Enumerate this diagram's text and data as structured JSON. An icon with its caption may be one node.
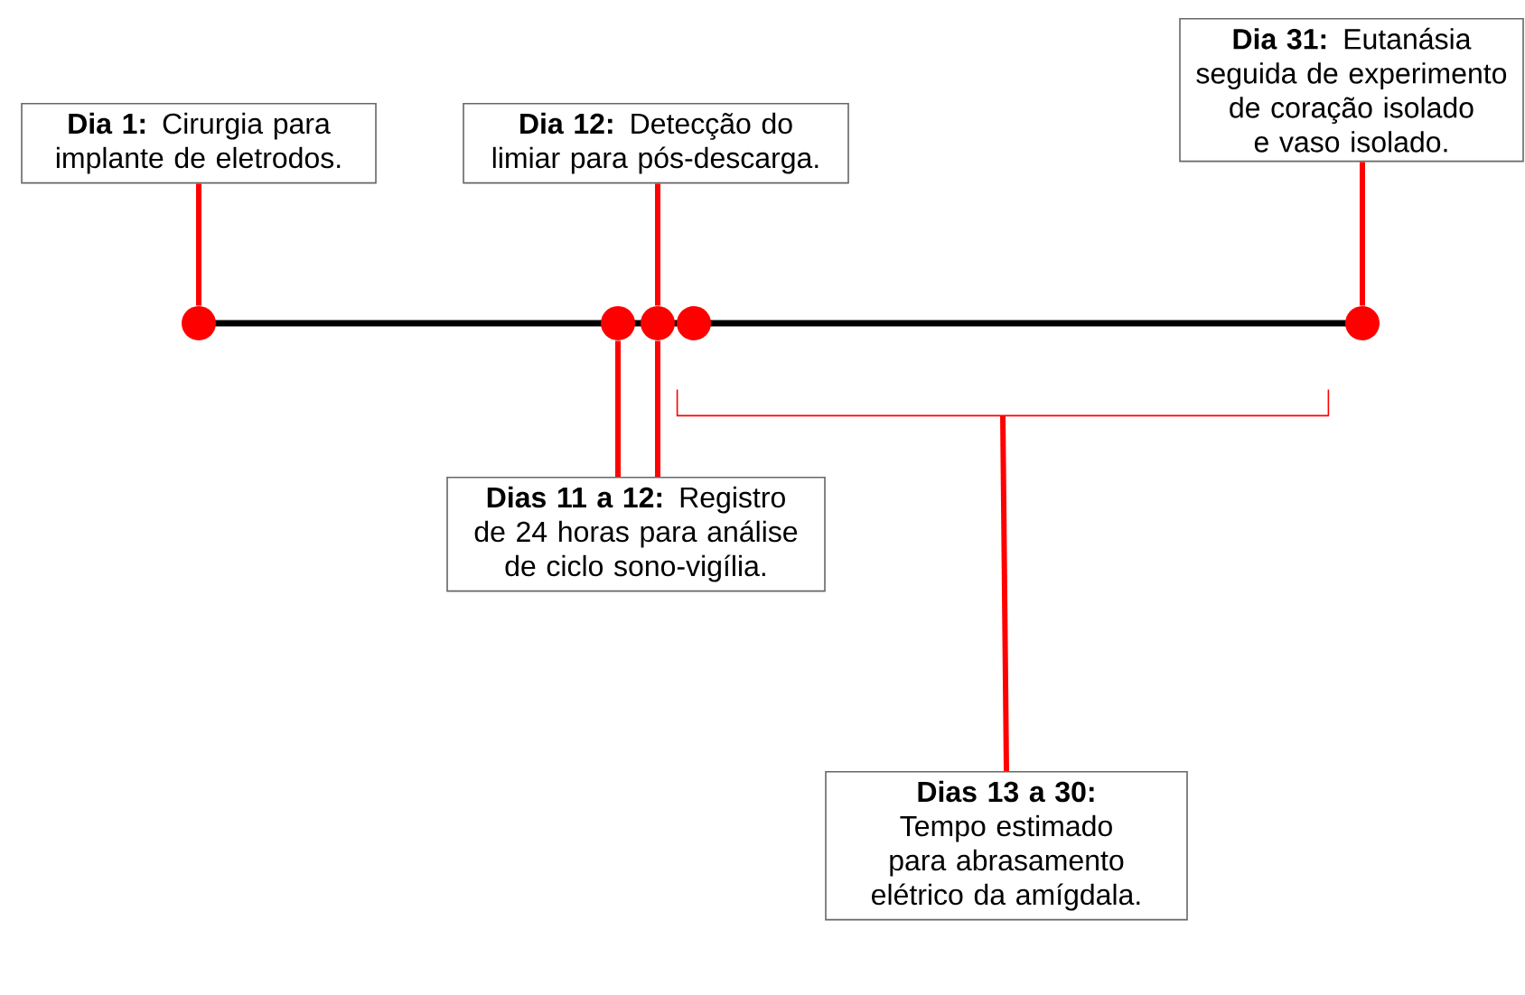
{
  "diagram": {
    "nodes": [
      {
        "text": [
          "**Dia 1:** Cirurgia para implante de eletrodos."
        ]
      },
      {
        "text": [
          "**Dia 12:** Detecção do limiar para pós-descarga."
        ]
      },
      {
        "text": [
          "**Dia 31:** Eutanásia seguida de experimento de coração isolado e vaso isolado."
        ]
      },
      {
        "text": [
          "**Dias 11 a 12:** Registro de 24 horas para análise de ciclo sono-vigília."
        ]
      },
      {
        "text": [
          "**Dias 13 a 30:** Tempo estimado para abrasamento elétrico da amígdala."
        ]
      },
      {
        "text": [],
        "shape": "circle"
      },
      {
        "text": [],
        "shape": "circle"
      },
      {
        "text": [],
        "shape": "circle"
      },
      {
        "text": [],
        "shape": "circle"
      },
      {
        "text": [],
        "shape": "circle"
      },
      {
        "text": [],
        "shape": "bracket"
      }
    ],
    "edges": [
      {
        "from": 0,
        "to": 5,
        "arrow": "none"
      },
      {
        "from": 1,
        "to": 7,
        "arrow": "none"
      },
      {
        "from": 2,
        "to": 9,
        "arrow": "none"
      },
      {
        "from": 6,
        "to": 3,
        "arrow": "none"
      },
      {
        "from": 7,
        "to": 3,
        "arrow": "none"
      },
      {
        "from": 4,
        "to": 10,
        "arrow": "none"
      }
    ]
  }
}
